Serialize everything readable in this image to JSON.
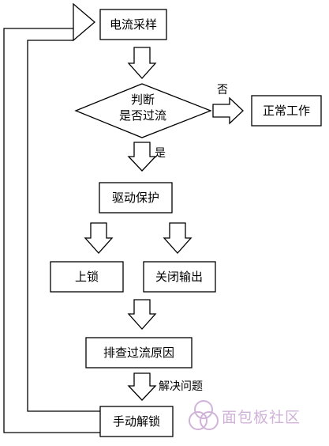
{
  "nodes": {
    "current_sampling": "电流采样",
    "decision_line1": "判断",
    "decision_line2": "是否过流",
    "normal_operation": "正常工作",
    "drive_protection": "驱动保护",
    "lock": "上锁",
    "close_output": "关闭输出",
    "investigate_cause": "排查过流原因",
    "manual_unlock": "手动解锁"
  },
  "edge_labels": {
    "no": "否",
    "yes": "是",
    "problem_solved": "解决问题"
  },
  "watermark": {
    "text": "面包板社区"
  },
  "colors": {
    "stroke": "#000000",
    "background": "#ffffff",
    "watermark": "#c9a6d4"
  }
}
